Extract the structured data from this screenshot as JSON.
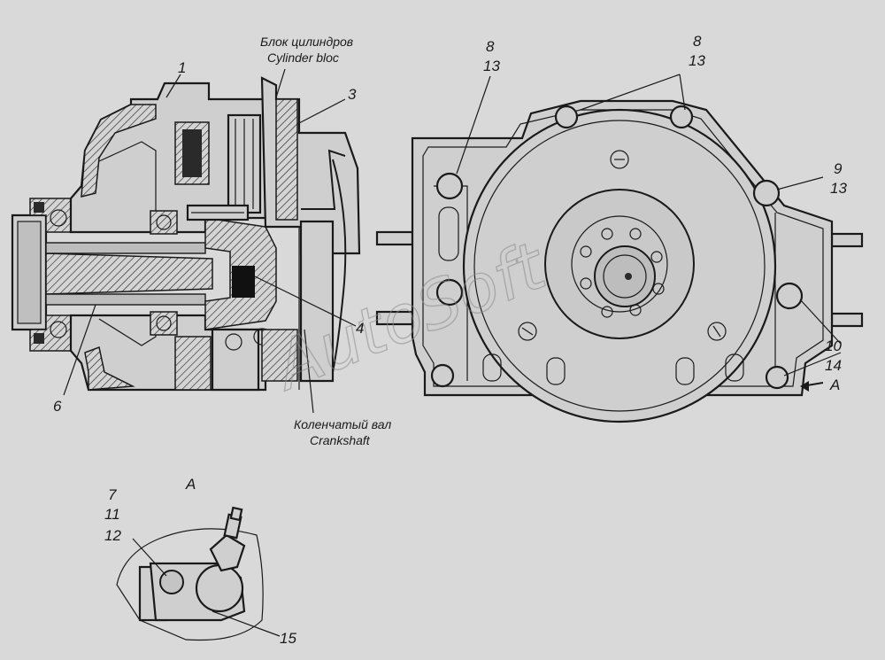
{
  "labels": {
    "cylinder_block_ru": "Блок цилиндров",
    "cylinder_block_en": "Cylinder bloc",
    "crankshaft_ru": "Коленчатый вал",
    "crankshaft_en": "Crankshaft",
    "view_a_arrow": "A",
    "view_a_title": "A",
    "watermark": "AutoSoft"
  },
  "callouts": {
    "n1": "1",
    "n3": "3",
    "n4": "4",
    "n6": "6",
    "n8a": "8",
    "n13a": "13",
    "n8b": "8",
    "n13b": "13",
    "n9": "9",
    "n13c": "13",
    "n10": "10",
    "n14": "14",
    "n7": "7",
    "n11": "11",
    "n12": "12",
    "n15": "15"
  }
}
